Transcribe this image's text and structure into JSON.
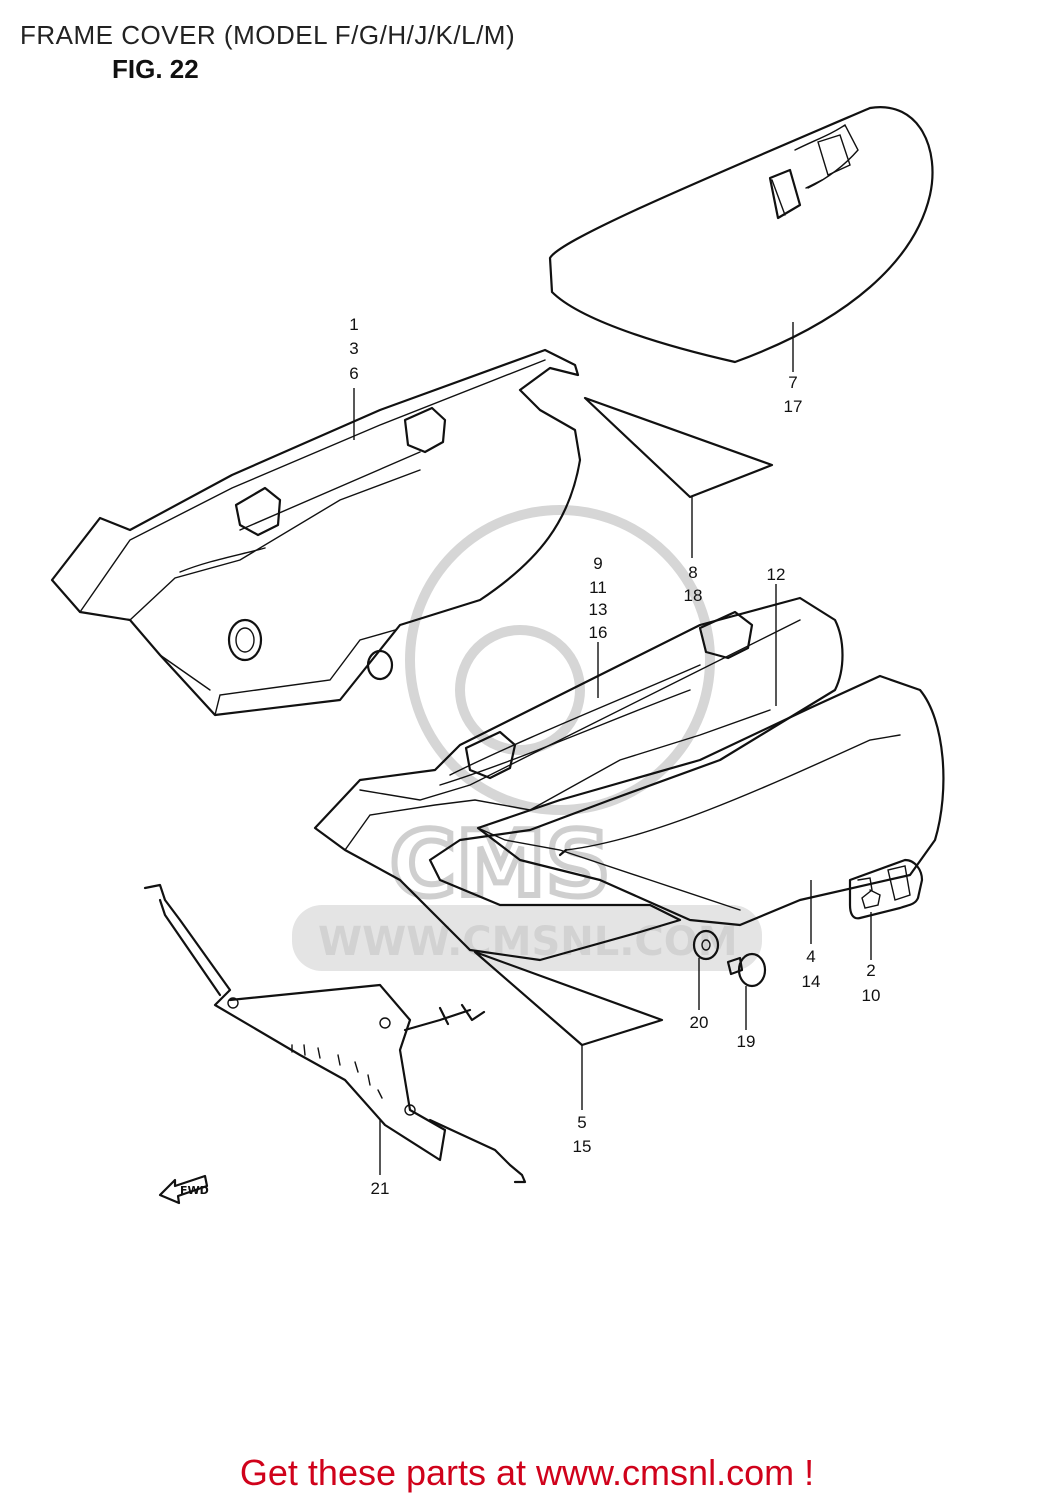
{
  "header": {
    "title": "FRAME COVER (MODEL F/G/H/J/K/L/M)",
    "fig": "FIG. 22"
  },
  "watermark": {
    "logo_text": "CMS",
    "url_text": "WWW.CMSNL.COM"
  },
  "callouts": {
    "c1": [
      "1",
      "3",
      "6"
    ],
    "c7": [
      "7",
      "17"
    ],
    "c8": [
      "8",
      "18"
    ],
    "c9": [
      "9",
      "11",
      "13",
      "16"
    ],
    "c12": [
      "12"
    ],
    "c4": [
      "4",
      "14"
    ],
    "c2": [
      "2",
      "10"
    ],
    "c20": [
      "20"
    ],
    "c19": [
      "19"
    ],
    "c5": [
      "5",
      "15"
    ],
    "c21": [
      "21"
    ]
  },
  "fwd_arrow": "FWD",
  "footer": {
    "text": "Get these parts at www.cmsnl.com !"
  }
}
